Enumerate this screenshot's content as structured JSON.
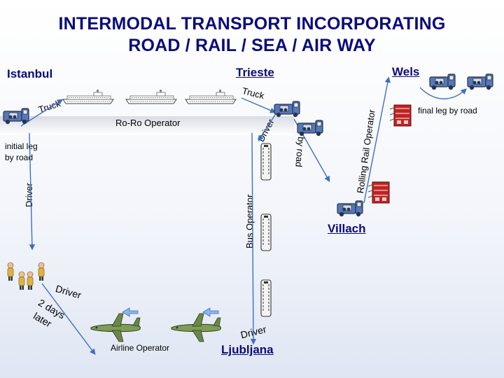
{
  "title": {
    "line1": "INTERMODAL TRANSPORT INCORPORATING",
    "line2": "ROAD / RAIL / SEA / AIR WAY"
  },
  "cities": {
    "istanbul": "Istanbul",
    "trieste": "Trieste",
    "wels": "Wels",
    "villach": "Villach",
    "ljubljana": "Ljubljana"
  },
  "labels": {
    "truck_left": "Truck",
    "truck_right": "Truck",
    "roro_operator": "Ro-Ro Operator",
    "driver_trieste": "Driver",
    "by_road": "by road",
    "rolling_rail_operator": "Rolling Rail Operator",
    "final_leg": "final leg by road",
    "initial_leg_1": "initial leg",
    "initial_leg_2": "by road",
    "driver_left": "Driver",
    "bus_operator": "Bus Operator",
    "driver_bottom_left": "Driver",
    "two_days_later_1": "2 days",
    "two_days_later_2": "later",
    "driver_ljubljana": "Driver",
    "airline_operator": "Airline Operator"
  },
  "colors": {
    "title": "#0b0b7a",
    "arrow": "#3b6fc6",
    "truck_body": "#5678b8",
    "truck_dark": "#26344f",
    "ship": "#ffffff",
    "plane": "#7e9c55",
    "train": "#c22222"
  },
  "icons": [
    "truck-icon",
    "ship-icon",
    "train-icon",
    "bus-icon",
    "plane-icon",
    "people-icon",
    "arrow-icon"
  ]
}
